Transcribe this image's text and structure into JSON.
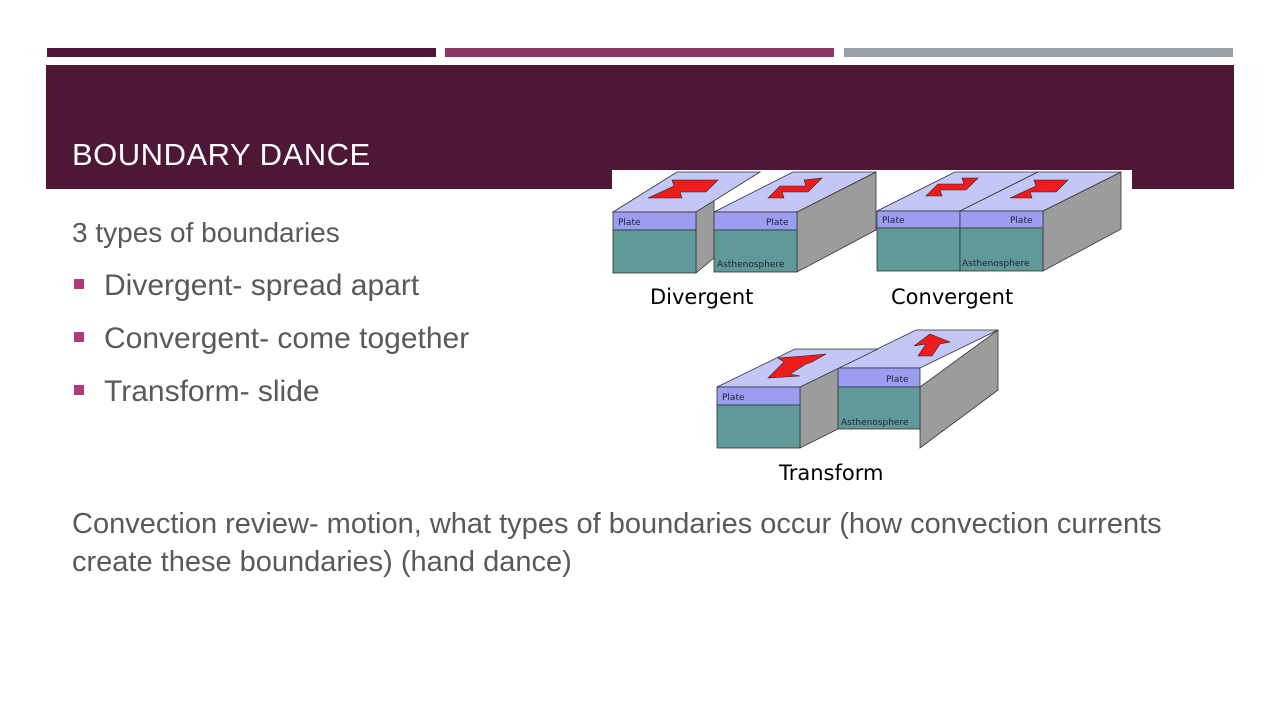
{
  "colors": {
    "title_band": "#4f1736",
    "accent_1": "#4f1736",
    "accent_2": "#8c3666",
    "accent_3": "#98a0a8",
    "bullet": "#b03a78",
    "plate_top": "#c4c6f6",
    "plate_front": "#9a9df0",
    "astheno_front": "#5f9a98",
    "block_side": "#9c9c9c",
    "arrow": "#ee1c1c"
  },
  "slide": {
    "title": "BOUNDARY DANCE",
    "lead": "3 types of boundaries",
    "bullets": [
      "Divergent- spread apart",
      "Convergent- come together",
      "Transform- slide"
    ],
    "review": "Convection review- motion, what types of boundaries occur (how convection currents create these boundaries) (hand dance)"
  },
  "diagram": {
    "plate_label": "Plate",
    "asthenosphere_label": "Asthenosphere",
    "divergent_label": "Divergent",
    "convergent_label": "Convergent",
    "transform_label": "Transform"
  }
}
